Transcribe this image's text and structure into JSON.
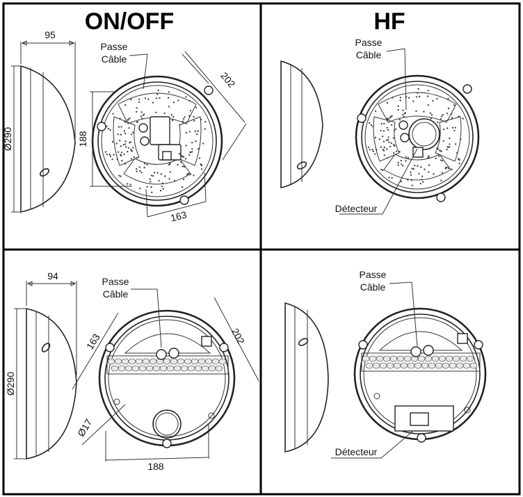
{
  "headings": {
    "on_off": "ON/OFF",
    "hf": "HF"
  },
  "labels": {
    "passe_cable_line1": "Passe",
    "passe_cable_line2": "Câble",
    "detecteur": "Détecteur"
  },
  "dimensions": {
    "top_depth": "95",
    "bottom_depth": "94",
    "diameter": "Ø290",
    "top_vertical": "188",
    "top_horizontal": "163",
    "top_diagonal": "202",
    "bottom_diagonal_left": "163",
    "bottom_diagonal_right": "202",
    "bottom_horizontal": "188",
    "hole": "Ø17"
  },
  "colors": {
    "ink": "#222222",
    "border": "#000000",
    "background": "#ffffff"
  }
}
